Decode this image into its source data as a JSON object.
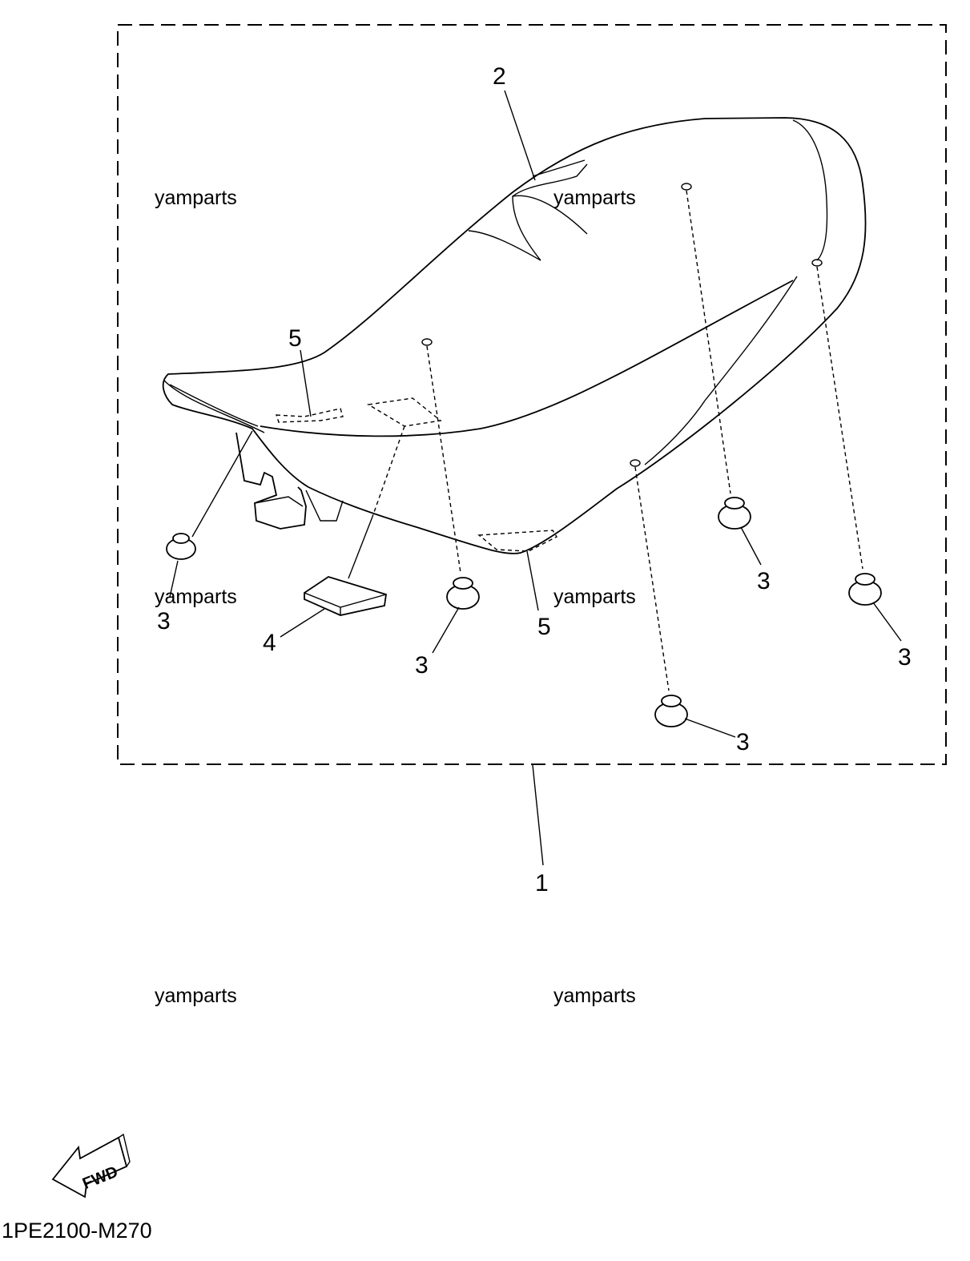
{
  "callouts": {
    "c1": "1",
    "c2": "2",
    "c3": "3",
    "c4": "4",
    "c5": "5"
  },
  "watermark": "yamparts",
  "fwd_label": "FWD",
  "diagram_code": "1PE2100-M270"
}
